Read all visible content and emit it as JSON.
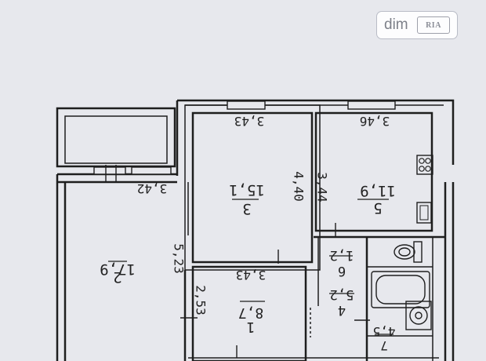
{
  "watermark": {
    "text": "dim",
    "badge": "RIA"
  },
  "rooms": [
    {
      "number": "2",
      "area": "17,9",
      "width": "3,42",
      "length": "5,23"
    },
    {
      "number": "3",
      "area": "15,1",
      "width": "3,43",
      "length": "4,40"
    },
    {
      "number": "5",
      "area": "11,9",
      "width": "3,46",
      "length": "3,44"
    },
    {
      "number": "1",
      "area": "8,7",
      "width": "3,43",
      "length": "2,53"
    },
    {
      "number": "6",
      "area": "1,2"
    },
    {
      "number": "4",
      "area": "5,2"
    },
    {
      "number": "7",
      "area": "4,5"
    }
  ],
  "icons": [
    "stove-icon",
    "sink-icon",
    "toilet-icon",
    "bathtub-icon",
    "washbasin-icon"
  ],
  "colors": {
    "background": "#e7e8ed",
    "wall": "#1e1e1e"
  }
}
